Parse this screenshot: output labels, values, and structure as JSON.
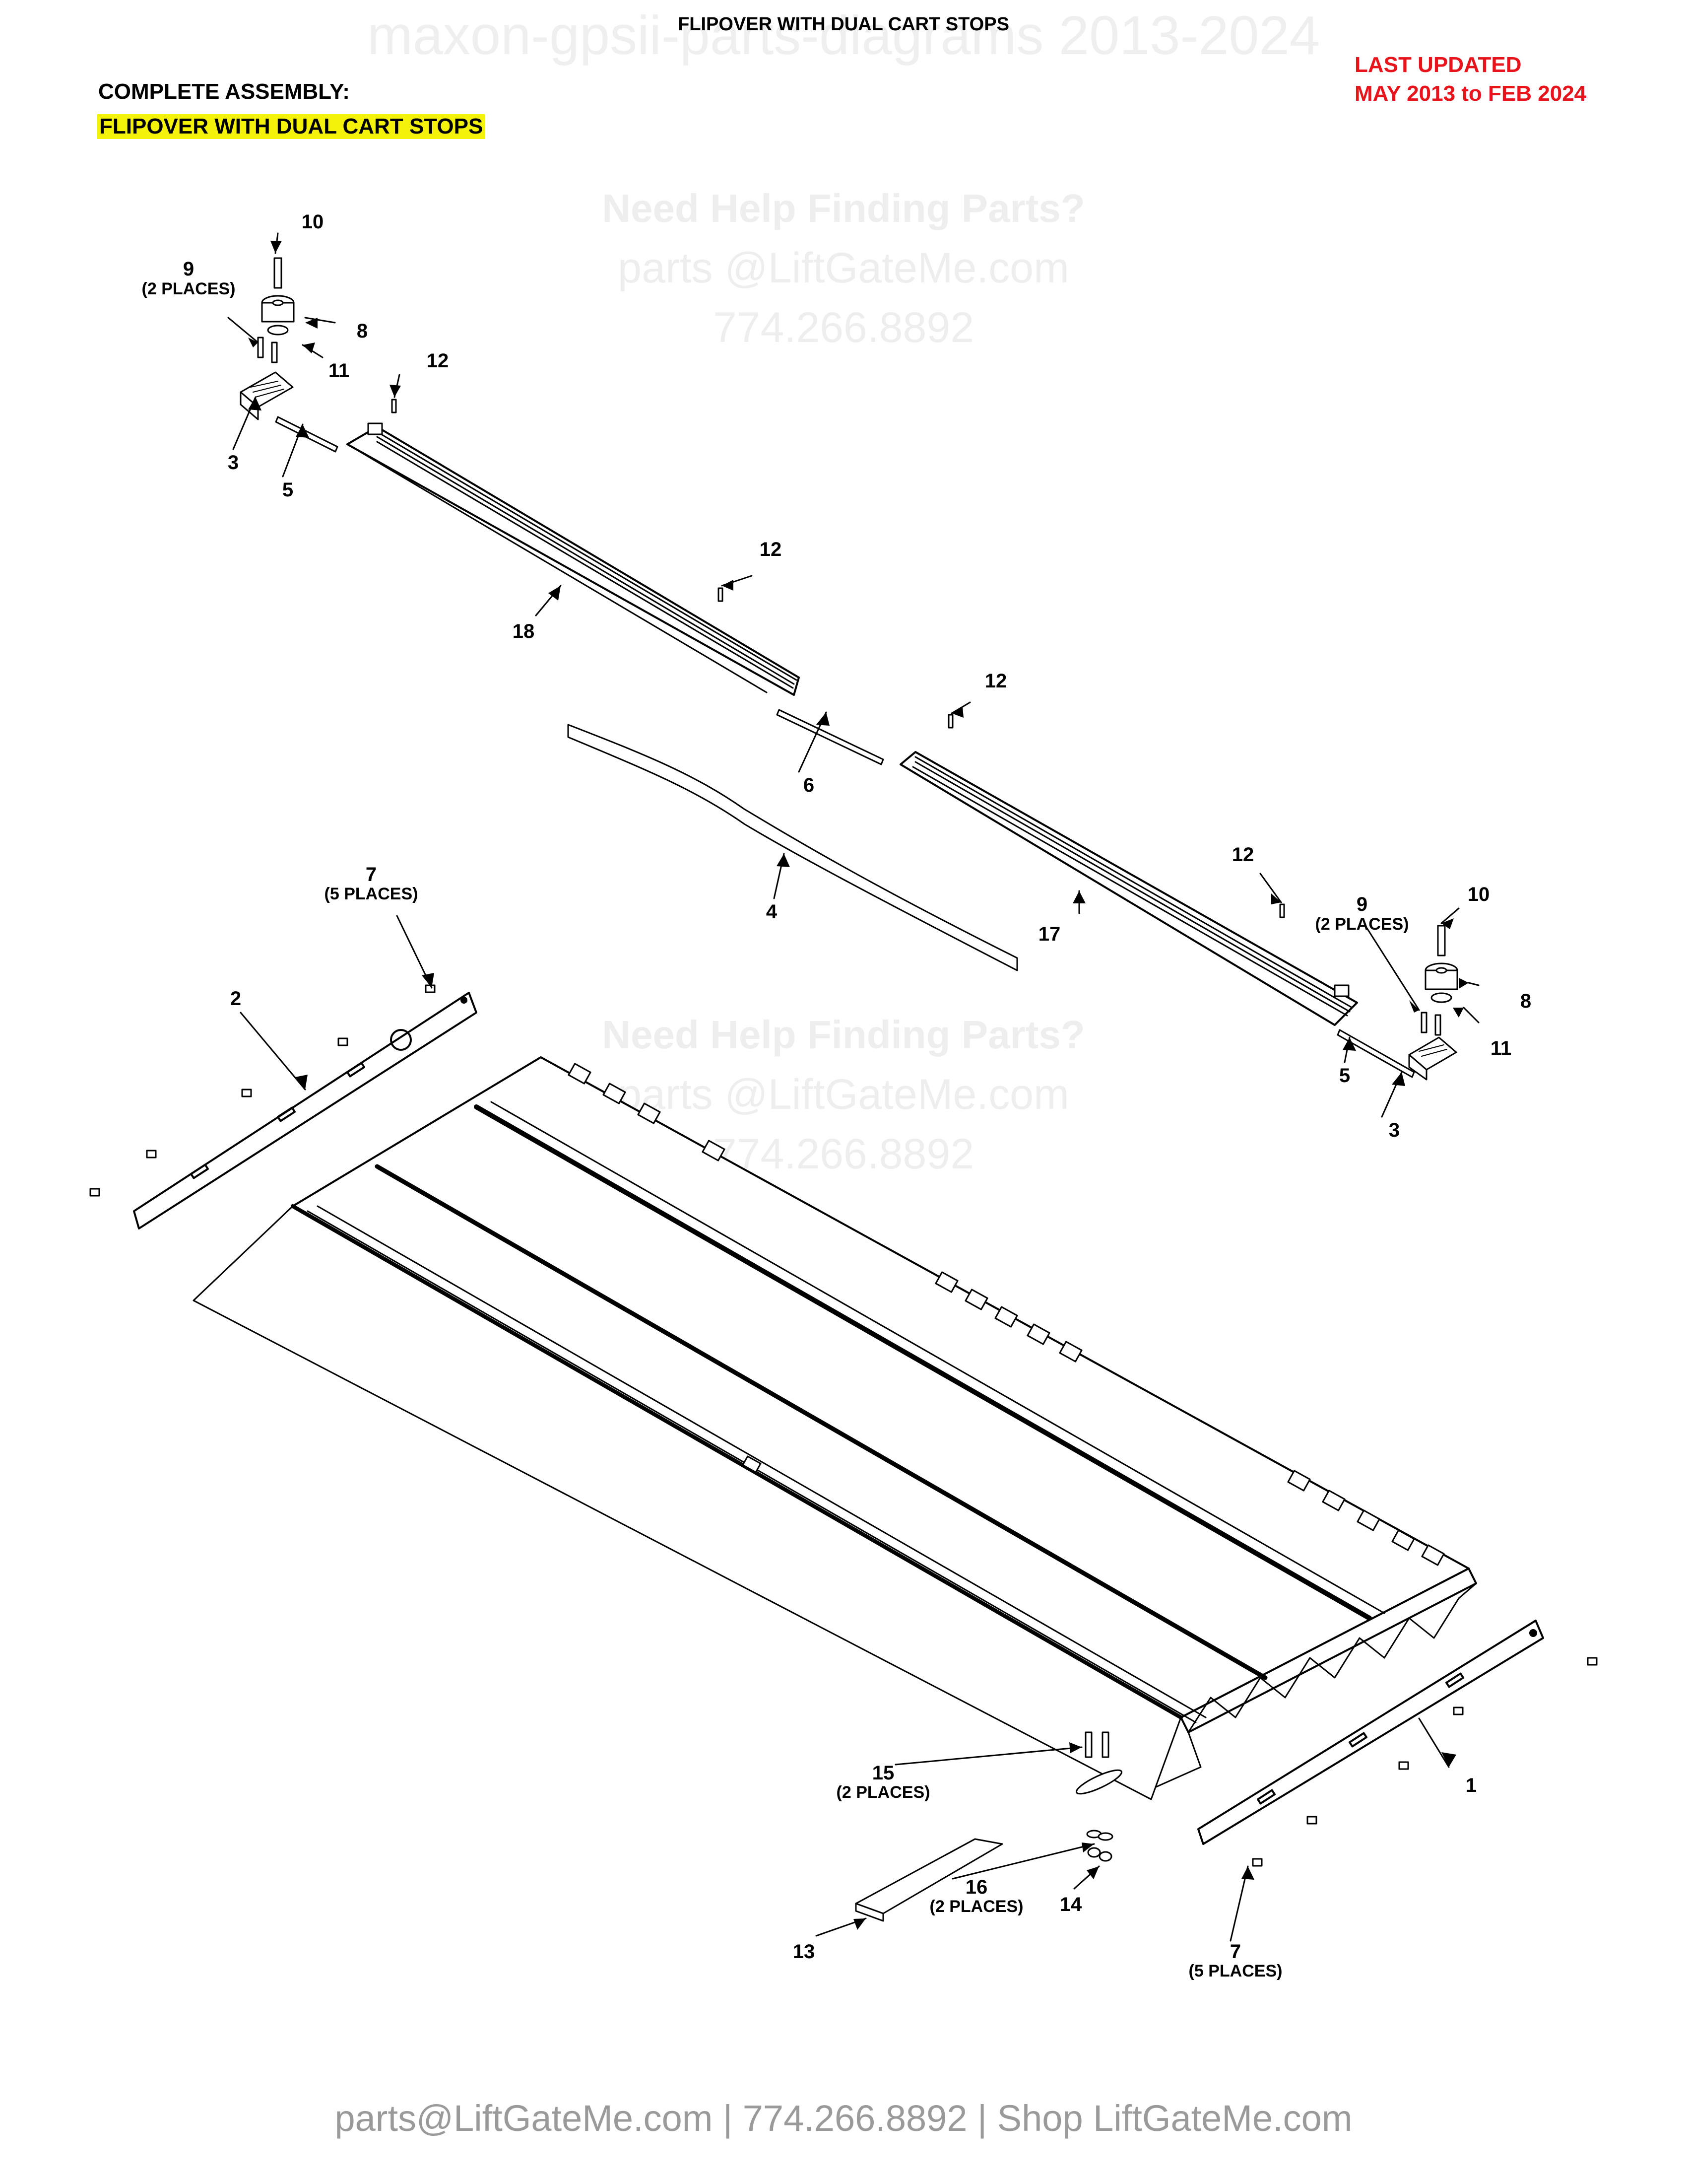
{
  "header": {
    "title": "FLIPOVER WITH DUAL CART STOPS",
    "watermark": "maxon-gpsii-parts-diagrams 2013-2024",
    "last_updated_line1": "LAST UPDATED",
    "last_updated_line2": "MAY 2013 to FEB 2024",
    "assembly_label": "COMPLETE ASSEMBLY:",
    "assembly_name": "FLIPOVER WITH DUAL CART STOPS"
  },
  "help_watermark": {
    "heading": "Need Help Finding Parts?",
    "email": "parts @LiftGateMe.com",
    "phone": "774.266.8892"
  },
  "footer": {
    "contact": "parts@LiftGateMe.com | 774.266.8892 | Shop LiftGateMe.com"
  },
  "callouts": {
    "c1": "1",
    "c2": "2",
    "c3a": "3",
    "c3b": "3",
    "c4": "4",
    "c5a": "5",
    "c5b": "5",
    "c6": "6",
    "c7a": "7",
    "c7a_places": "(5 PLACES)",
    "c7b": "7",
    "c7b_places": "(5 PLACES)",
    "c8a": "8",
    "c8b": "8",
    "c9a": "9",
    "c9a_places": "(2 PLACES)",
    "c9b": "9",
    "c9b_places": "(2 PLACES)",
    "c10a": "10",
    "c10b": "10",
    "c11a": "11",
    "c11b": "11",
    "c12a": "12",
    "c12b": "12",
    "c12c": "12",
    "c12d": "12",
    "c13": "13",
    "c14": "14",
    "c15": "15",
    "c15_places": "(2 PLACES)",
    "c16": "16",
    "c16_places": "(2 PLACES)",
    "c17": "17",
    "c18": "18"
  },
  "colors": {
    "accent_red": "#e8141c",
    "highlight": "#f4f20a",
    "line": "#000000",
    "watermark": "#eeeeee"
  }
}
